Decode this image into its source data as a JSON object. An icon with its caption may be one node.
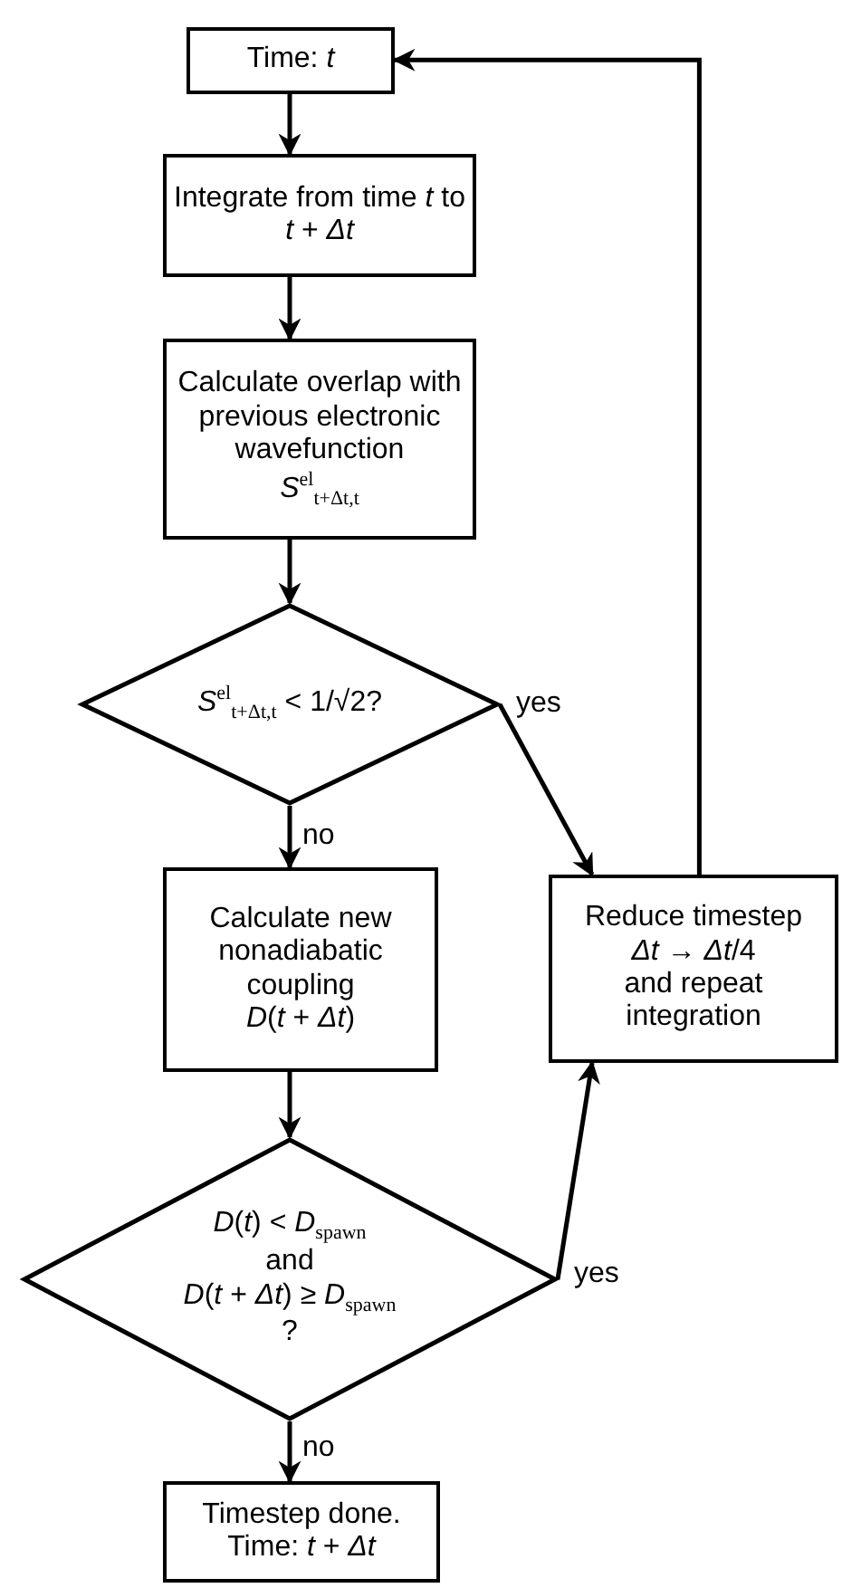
{
  "diagram": {
    "nodes": [
      {
        "text": [
          "Time: *t*"
        ]
      },
      {
        "text": [
          "Integrate from time *t* to *t* + *Δt*"
        ]
      },
      {
        "text": [
          "Calculate overlap with previous electronic wavefunction",
          "*S*$^{el}$$_{t+Δt,t}$"
        ]
      },
      {
        "text": [
          "*S*$^{el}$$_{t+Δt,t}$ < 1/√2?"
        ]
      },
      {
        "text": [
          "Calculate new nonadiabatic coupling",
          "*D*(*t* + *Δt*)"
        ]
      },
      {
        "text": [
          "Reduce timestep",
          "*Δt* → *Δt*/4",
          "and repeat integration"
        ]
      },
      {
        "text": [
          "*D*(*t*) < *D*$_{spawn}$",
          "and",
          "*D*(*t* + *Δt*) ≥ *D*$_{spawn}$",
          "?"
        ]
      },
      {
        "text": [
          "Timestep done. Time: *t* + *Δt*"
        ]
      }
    ],
    "edges": [
      {
        "from": 0,
        "to": 1,
        "arrow": "to"
      },
      {
        "from": 1,
        "to": 2,
        "arrow": "to"
      },
      {
        "from": 2,
        "to": 3,
        "arrow": "to"
      },
      {
        "from": 3,
        "to": 4,
        "arrow": "to",
        "label": "no"
      },
      {
        "from": 3,
        "to": 5,
        "arrow": "to",
        "label": "yes"
      },
      {
        "from": 4,
        "to": 6,
        "arrow": "to"
      },
      {
        "from": 6,
        "to": 7,
        "arrow": "to",
        "label": "no"
      },
      {
        "from": 6,
        "to": 5,
        "arrow": "to",
        "label": "yes"
      },
      {
        "from": 5,
        "to": 0,
        "arrow": "to"
      }
    ]
  }
}
